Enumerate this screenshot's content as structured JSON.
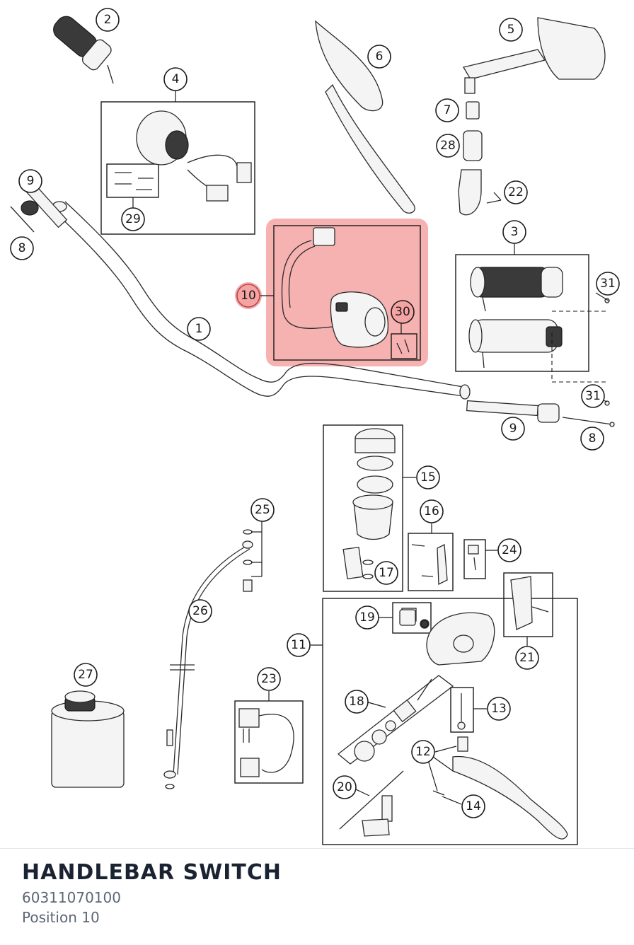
{
  "diagram": {
    "highlighted_position": "10",
    "highlight_color": "#f08080",
    "callouts": [
      "1",
      "2",
      "3",
      "4",
      "5",
      "6",
      "7",
      "8",
      "8",
      "9",
      "9",
      "10",
      "11",
      "12",
      "13",
      "14",
      "15",
      "16",
      "17",
      "18",
      "19",
      "20",
      "21",
      "22",
      "23",
      "24",
      "25",
      "26",
      "27",
      "28",
      "29",
      "30",
      "31",
      "31"
    ]
  },
  "footer": {
    "title": "HANDLEBAR SWITCH",
    "part_number": "60311070100",
    "position": "Position 10"
  }
}
